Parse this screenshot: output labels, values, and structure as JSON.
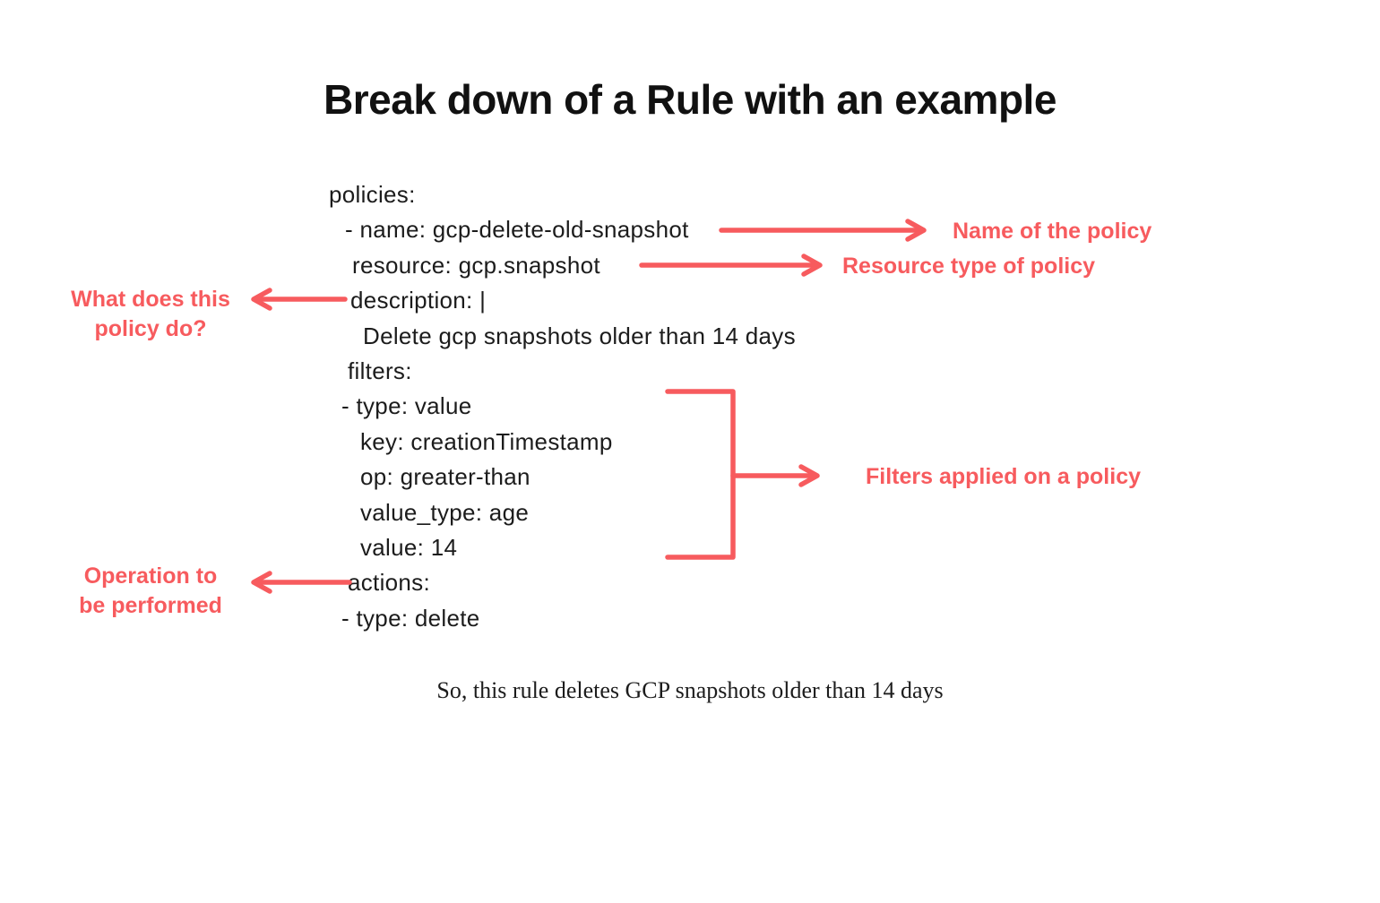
{
  "title": "Break down of a Rule with an example",
  "code": {
    "lines": [
      "policies:",
      "- name: gcp-delete-old-snapshot",
      "resource: gcp.snapshot",
      "description: |",
      "Delete gcp snapshots older than 14 days",
      "filters:",
      "- type: value",
      "key: creationTimestamp",
      "op: greater-than",
      "value_type: age",
      "value: 14",
      "actions:",
      "- type: delete"
    ]
  },
  "annotations": {
    "name_label": "Name of the policy",
    "resource_label": "Resource type of policy",
    "description_label_line1": "What does this",
    "description_label_line2": "policy do?",
    "filters_label": "Filters applied on a policy",
    "actions_label_line1": "Operation to",
    "actions_label_line2": "be performed"
  },
  "caption": "So, this rule deletes GCP snapshots older than 14 days",
  "colors": {
    "accent": "#f75b5e",
    "code_text": "#1c1c1c",
    "title_text": "#111111",
    "background": "#ffffff"
  }
}
